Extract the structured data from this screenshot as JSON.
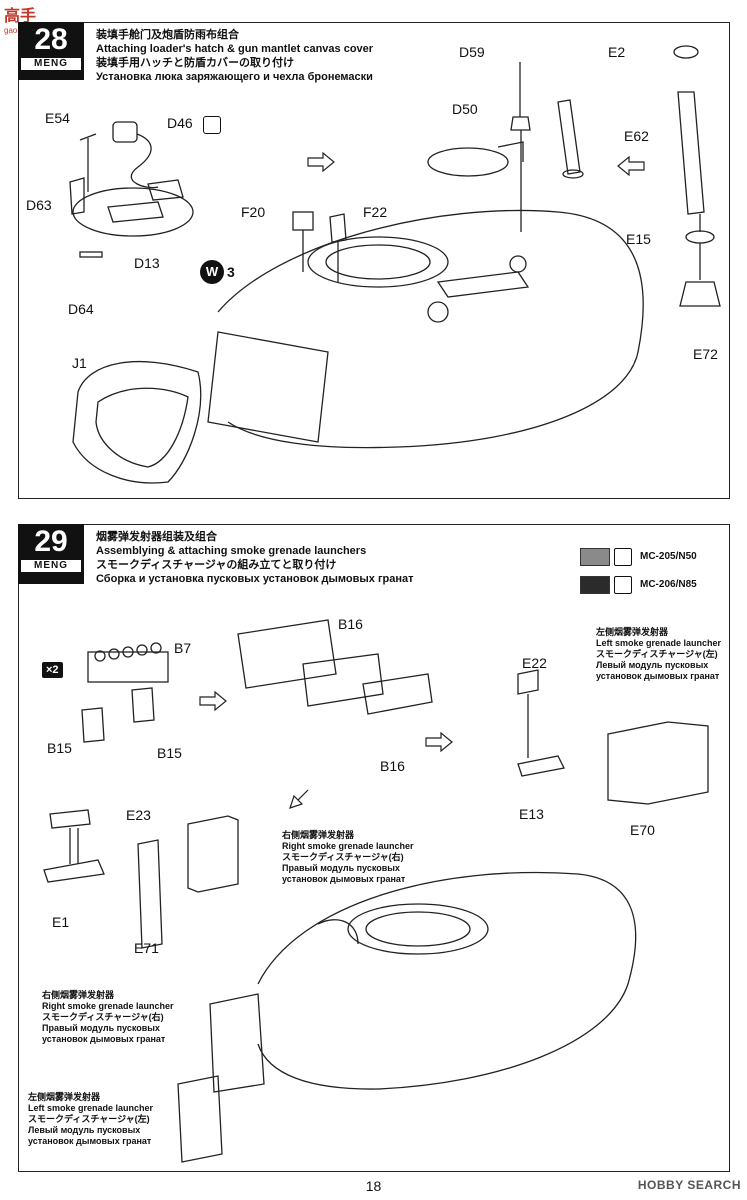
{
  "watermark_top": {
    "main": "高手",
    "sub": "gao-shou.com"
  },
  "watermark_bottom": "HOBBY SEARCH",
  "page_number": "18",
  "step28": {
    "number": "28",
    "brand": "MENG",
    "title_cn": "装填手舱门及炮盾防雨布组合",
    "title_en": "Attaching loader's hatch & gun mantlet canvas cover",
    "title_jp": "装填手用ハッチと防盾カバーの取り付け",
    "title_ru": "Установка люка заряжающего и чехла бронемаски",
    "labels": [
      "D59",
      "E2",
      "D50",
      "E54",
      "D46",
      "E62",
      "D63",
      "F20",
      "F22",
      "E15",
      "D13",
      "D64",
      "E72",
      "J1"
    ],
    "w_badge": "W",
    "w_number": "3"
  },
  "step29": {
    "number": "29",
    "brand": "MENG",
    "title_cn": "烟雾弹发射器组装及组合",
    "title_en": "Assemblying & attaching smoke grenade launchers",
    "title_jp": "スモークディスチャージャの組み立てと取り付け",
    "title_ru": "Сборка и установка пусковых установок дымовых гранат",
    "paints": [
      {
        "code": "MC-205/N50",
        "color": "#8a8a8a"
      },
      {
        "code": "MC-206/N85",
        "color": "#2b2b2b"
      }
    ],
    "multiplier": "×2",
    "labels": [
      "B7",
      "B16",
      "E22",
      "B15",
      "B15",
      "B16",
      "E23",
      "E13",
      "E70",
      "E1",
      "E71"
    ],
    "note_left_top": {
      "cn": "左侧烟雾弹发射器",
      "en": "Left smoke grenade launcher",
      "jp": "スモークディスチャージャ(左)",
      "ru1": "Левый модуль пусковых",
      "ru2": "установок дымовых гранат"
    },
    "note_right_mid": {
      "cn": "右侧烟雾弹发射器",
      "en": "Right smoke grenade launcher",
      "jp": "スモークディスチャージャ(右)",
      "ru1": "Правый модуль пусковых",
      "ru2": "установок дымовых гранат"
    },
    "note_right_low": {
      "cn": "右侧烟雾弹发射器",
      "en": "Right smoke grenade launcher",
      "jp": "スモークディスチャージャ(右)",
      "ru1": "Правый модуль пусковых",
      "ru2": "установок дымовых гранат"
    },
    "note_left_low": {
      "cn": "左侧烟雾弹发射器",
      "en": "Left smoke grenade launcher",
      "jp": "スモークディスチャージャ(左)",
      "ru1": "Левый модуль пусковых",
      "ru2": "установок дымовых гранат"
    }
  }
}
